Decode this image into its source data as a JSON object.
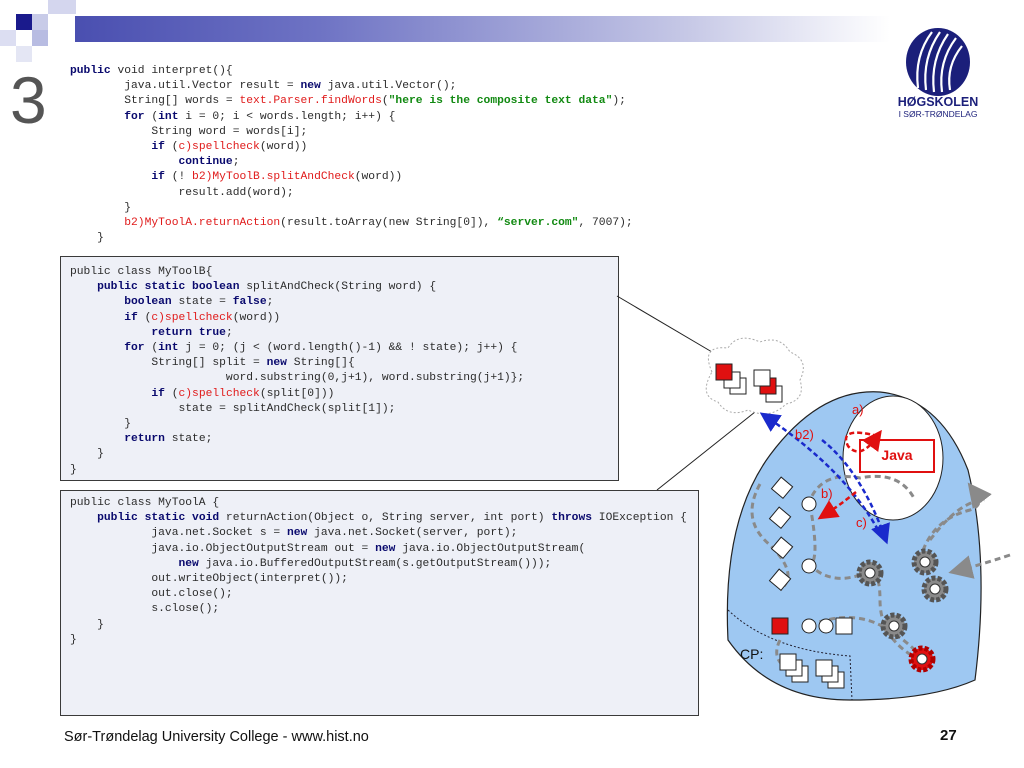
{
  "slide": {
    "number": "3",
    "page": "27",
    "footer": "Sør-Trøndelag University College - www.hist.no"
  },
  "logo": {
    "name": "HØGSKOLEN",
    "sub": "I SØR-TRØNDELAG"
  },
  "code1": [
    [
      [
        "kw",
        "public"
      ],
      [
        "t",
        " void interpret(){"
      ]
    ],
    [
      [
        "t",
        "        java.util.Vector result = "
      ],
      [
        "kw",
        "new"
      ],
      [
        "t",
        " java.util.Vector();"
      ]
    ],
    [
      [
        "t",
        "        String[] words = "
      ],
      [
        "red",
        "text.Parser.findWords"
      ],
      [
        "t",
        "("
      ],
      [
        "grn",
        "\"here is the composite text data\""
      ],
      [
        "t",
        ");"
      ]
    ],
    [
      [
        "t",
        "        "
      ],
      [
        "kw",
        "for"
      ],
      [
        "t",
        " ("
      ],
      [
        "kw",
        "int"
      ],
      [
        "t",
        " i = 0; i < words.length; i++) {"
      ]
    ],
    [
      [
        "t",
        "            String word = words[i];"
      ]
    ],
    [
      [
        "t",
        "            "
      ],
      [
        "kw",
        "if"
      ],
      [
        "t",
        " ("
      ],
      [
        "red",
        "c)spellcheck"
      ],
      [
        "t",
        "(word))"
      ]
    ],
    [
      [
        "t",
        "                "
      ],
      [
        "kw",
        "continue"
      ],
      [
        "t",
        ";"
      ]
    ],
    [
      [
        "t",
        "            "
      ],
      [
        "kw",
        "if"
      ],
      [
        "t",
        " (! "
      ],
      [
        "red",
        "b2)MyToolB.splitAndCheck"
      ],
      [
        "t",
        "(word))"
      ]
    ],
    [
      [
        "t",
        "                result.add(word);"
      ]
    ],
    [
      [
        "t",
        "        }"
      ]
    ],
    [
      [
        "t",
        "        "
      ],
      [
        "red",
        "b2)MyToolA.returnAction"
      ],
      [
        "t",
        "(result.toArray(new String[0]), "
      ],
      [
        "grn",
        "“server.com\""
      ],
      [
        "t",
        ", 7007);"
      ]
    ],
    [
      [
        "t",
        "    }"
      ]
    ]
  ],
  "code2": [
    [
      [
        "t",
        "public class MyToolB{"
      ]
    ],
    [
      [
        "t",
        "    "
      ],
      [
        "kw",
        "public static boolean"
      ],
      [
        "t",
        " splitAndCheck(String word) {"
      ]
    ],
    [
      [
        "t",
        "        "
      ],
      [
        "kw",
        "boolean"
      ],
      [
        "t",
        " state = "
      ],
      [
        "kw",
        "false"
      ],
      [
        "t",
        ";"
      ]
    ],
    [
      [
        "t",
        "        "
      ],
      [
        "kw",
        "if"
      ],
      [
        "t",
        " ("
      ],
      [
        "red",
        "c)spellcheck"
      ],
      [
        "t",
        "(word))"
      ]
    ],
    [
      [
        "t",
        "            "
      ],
      [
        "kw",
        "return true"
      ],
      [
        "t",
        ";"
      ]
    ],
    [
      [
        "t",
        "        "
      ],
      [
        "kw",
        "for"
      ],
      [
        "t",
        " ("
      ],
      [
        "kw",
        "int"
      ],
      [
        "t",
        " j = 0; (j < (word.length()-1) && ! state); j++) {"
      ]
    ],
    [
      [
        "t",
        "            String[] split = "
      ],
      [
        "kw",
        "new"
      ],
      [
        "t",
        " String[]{"
      ]
    ],
    [
      [
        "t",
        "                       word.substring(0,j+1), word.substring(j+1)};"
      ]
    ],
    [
      [
        "t",
        "            "
      ],
      [
        "kw",
        "if"
      ],
      [
        "t",
        " ("
      ],
      [
        "red",
        "c)spellcheck"
      ],
      [
        "t",
        "(split[0]))"
      ]
    ],
    [
      [
        "t",
        "                state = splitAndCheck(split[1]);"
      ]
    ],
    [
      [
        "t",
        "        }"
      ]
    ],
    [
      [
        "t",
        "        "
      ],
      [
        "kw",
        "return"
      ],
      [
        "t",
        " state;"
      ]
    ],
    [
      [
        "t",
        "    }"
      ]
    ],
    [
      [
        "t",
        "}"
      ]
    ]
  ],
  "code3": [
    [
      [
        "t",
        "public class MyToolA {"
      ]
    ],
    [
      [
        "t",
        "    "
      ],
      [
        "kw",
        "public static void"
      ],
      [
        "t",
        " returnAction(Object o, String server, int port) "
      ],
      [
        "kw",
        "throws"
      ],
      [
        "t",
        " IOException {"
      ]
    ],
    [
      [
        "t",
        "            java.net.Socket s = "
      ],
      [
        "kw",
        "new"
      ],
      [
        "t",
        " java.net.Socket(server, port);"
      ]
    ],
    [
      [
        "t",
        "            java.io.ObjectOutputStream out = "
      ],
      [
        "kw",
        "new"
      ],
      [
        "t",
        " java.io.ObjectOutputStream("
      ]
    ],
    [
      [
        "t",
        "                "
      ],
      [
        "kw",
        "new"
      ],
      [
        "t",
        " java.io.BufferedOutputStream(s.getOutputStream()));"
      ]
    ],
    [
      [
        "t",
        "            out.writeObject(interpret());"
      ]
    ],
    [
      [
        "t",
        "            out.close();"
      ]
    ],
    [
      [
        "t",
        "            s.close();"
      ]
    ],
    [
      [
        "t",
        "    }"
      ]
    ],
    [
      [
        "t",
        "}"
      ]
    ]
  ],
  "diagram": {
    "label_a": "a)",
    "label_b": "b)",
    "label_b2": "b2)",
    "label_c": "c)",
    "java": "Java",
    "cp": "CP:",
    "colors": {
      "blob": "#9ec8f2",
      "red": "#e01010",
      "dash_blue": "#1a2acc",
      "gray": "#8a8a8a"
    }
  }
}
